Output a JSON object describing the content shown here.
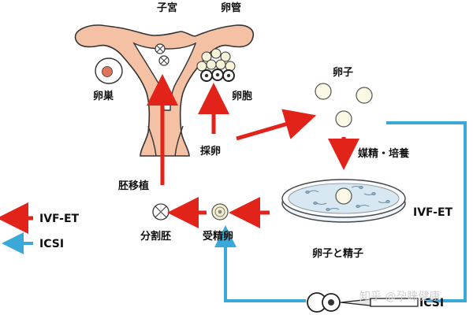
{
  "labels": {
    "uterus": "子宮",
    "fallopian_tube": "卵管",
    "ovary": "卵巣",
    "follicle": "卵胞",
    "egg_retrieval": "採卵",
    "egg": "卵子",
    "fertilization_culture": "媒精・培養",
    "egg_and_sperm": "卵子と精子",
    "ivf_et_dish": "IVF-ET",
    "embryo_transfer": "胚移植",
    "fertilized_egg": "受精卵",
    "cleavage_embryo": "分割胚",
    "icsi_label": "ICSI"
  },
  "legend": [
    {
      "label": "IVF-ET",
      "color": "#e2231a"
    },
    {
      "label": "ICSI",
      "color": "#3aa8d8"
    }
  ],
  "watermark": "知乎 @孕睐健康",
  "colors": {
    "ivf_arrow": "#e2231a",
    "icsi_arrow": "#3aa8d8",
    "uterus_fill": "#f4c1a4",
    "outline": "#333333"
  }
}
